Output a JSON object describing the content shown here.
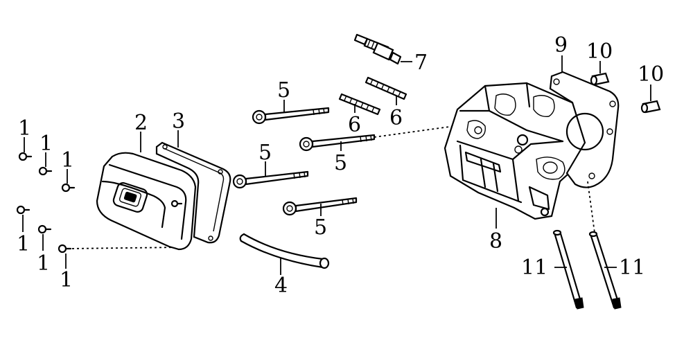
{
  "callouts": [
    {
      "id": "c1a",
      "text": "1"
    },
    {
      "id": "c1b",
      "text": "1"
    },
    {
      "id": "c1c",
      "text": "1"
    },
    {
      "id": "c1d",
      "text": "1"
    },
    {
      "id": "c1e",
      "text": "1"
    },
    {
      "id": "c1f",
      "text": "1"
    },
    {
      "id": "c2",
      "text": "2"
    },
    {
      "id": "c3",
      "text": "3"
    },
    {
      "id": "c4",
      "text": "4"
    },
    {
      "id": "c5a",
      "text": "5"
    },
    {
      "id": "c5b",
      "text": "5"
    },
    {
      "id": "c5c",
      "text": "5"
    },
    {
      "id": "c5d",
      "text": "5"
    },
    {
      "id": "c6a",
      "text": "6"
    },
    {
      "id": "c6b",
      "text": "6"
    },
    {
      "id": "c7",
      "text": "7"
    },
    {
      "id": "c8",
      "text": "8"
    },
    {
      "id": "c9",
      "text": "9"
    },
    {
      "id": "c10a",
      "text": "10"
    },
    {
      "id": "c10b",
      "text": "10"
    },
    {
      "id": "c11a",
      "text": "11"
    },
    {
      "id": "c11b",
      "text": "11"
    }
  ]
}
